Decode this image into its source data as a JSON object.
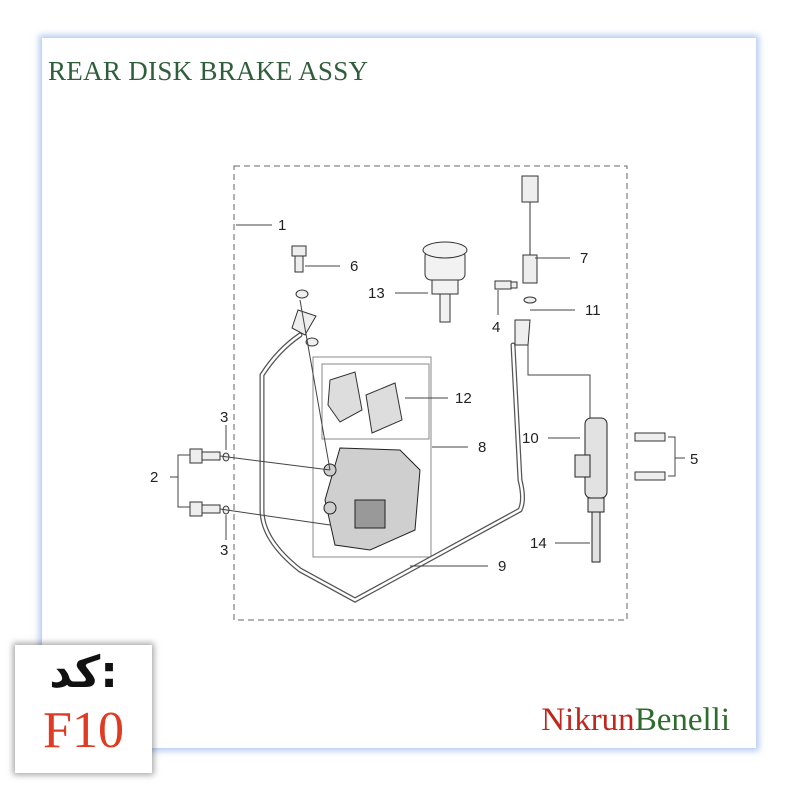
{
  "title": "REAR DISK BRAKE ASSY",
  "labels": [
    "1",
    "2",
    "3",
    "3",
    "4",
    "5",
    "6",
    "7",
    "8",
    "9",
    "10",
    "11",
    "12",
    "13",
    "14"
  ],
  "code": {
    "label": "کد:",
    "value": "F10"
  },
  "brand": {
    "part1": "Nikrun",
    "part2": "Benelli"
  },
  "colors": {
    "title": "#2f5e3a",
    "code": "#e03a22",
    "brand_red": "#c0261e",
    "brand_green": "#2f6b2f"
  }
}
